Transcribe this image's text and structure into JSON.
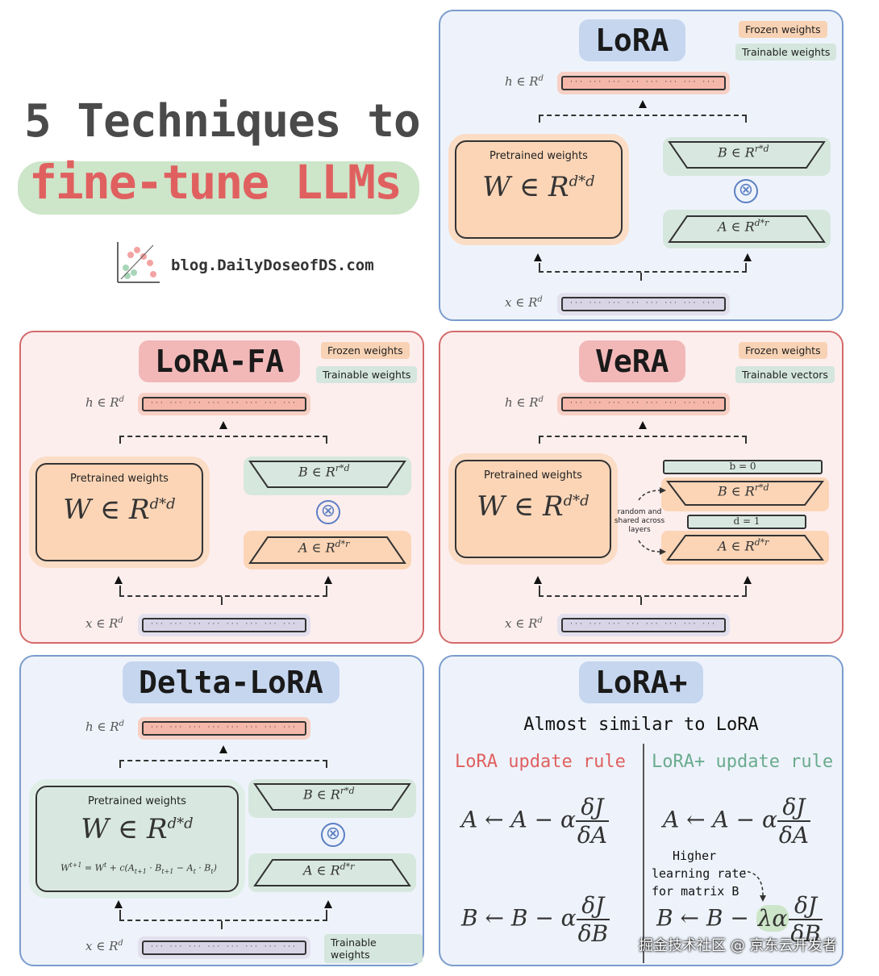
{
  "header": {
    "line1": "5 Techniques to",
    "line2": "fine-tune LLMs",
    "blog": "blog.DailyDoseofDS.com",
    "colors": {
      "line1": "#4a4a4a",
      "line2": "#e06060",
      "highlight": "#cde5c9"
    }
  },
  "common": {
    "h_label": "h ∈ R",
    "x_label": "x ∈ R",
    "sup_d": "d",
    "dots": "··· ··· ··· ··· ··· ··· ··· ··· ···",
    "pretrained": "Pretrained weights",
    "w_base": "W ∈ R",
    "w_sup": "d*d",
    "b_base": "B ∈ R",
    "b_sup": "r*d",
    "a_base": "A ∈ R",
    "a_sup": "d*r",
    "otimes": "⊗"
  },
  "lora": {
    "title": "LoRA",
    "legend_frozen": "Frozen weights",
    "legend_trainable": "Trainable weights"
  },
  "lorafa": {
    "title": "LoRA-FA",
    "legend_frozen": "Frozen weights",
    "legend_trainable": "Trainable weights"
  },
  "vera": {
    "title": "VeRA",
    "legend_frozen": "Frozen weights",
    "legend_trainable": "Trainable vectors",
    "b_vec": "b = 0",
    "d_vec": "d = 1",
    "note_l1": "random and",
    "note_l2": "shared across",
    "note_l3": "layers"
  },
  "delta": {
    "title": "Delta-LoRA",
    "update": "W",
    "legend_trainable": "Trainable weights"
  },
  "loraplus": {
    "title": "LoRA+",
    "subtitle": "Almost similar to LoRA",
    "col1": "LoRA update rule",
    "col2": "LoRA+ update rule",
    "eq_a_lhs": "A ← A − α",
    "eq_b_lhs": "B ← B − α",
    "eq_b2_lhs": "B ← B − ",
    "lambda": "λα",
    "dj": "δJ",
    "da": "δA",
    "db": "δB",
    "note_l1": "Higher",
    "note_l2": "learning rate",
    "note_l3": "for matrix B",
    "colors": {
      "col1": "#e06060",
      "col2": "#6aab8e"
    }
  },
  "watermark": "掘金技术社区 @ 京东云开发者"
}
